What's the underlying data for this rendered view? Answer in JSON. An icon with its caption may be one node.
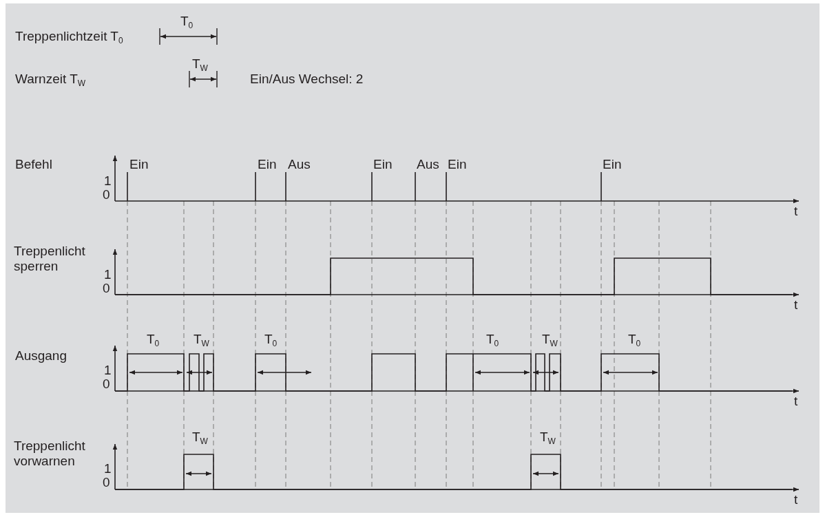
{
  "diagram": {
    "labels": [
      "Treppenlichtzeit T$_{0}$",
      "T$_{0}$",
      "Warnzeit T$_{W}$",
      "T$_{W}$",
      "Ein/Aus Wechsel: 2",
      "Befehl",
      "Ein",
      "Ein",
      "Aus",
      "Ein",
      "Aus",
      "Ein",
      "Ein",
      "1",
      "0",
      "t",
      "Treppenlicht sperren",
      "1",
      "0",
      "t",
      "T$_{0}$",
      "T$_{W}$",
      "T$_{0}$",
      "T$_{0}$",
      "T$_{W}$",
      "T$_{0}$",
      "Ausgang",
      "1",
      "0",
      "t",
      "T$_{W}$",
      "T$_{W}$",
      "Treppenlicht vorwarnen",
      "1",
      "0",
      "t"
    ]
  }
}
